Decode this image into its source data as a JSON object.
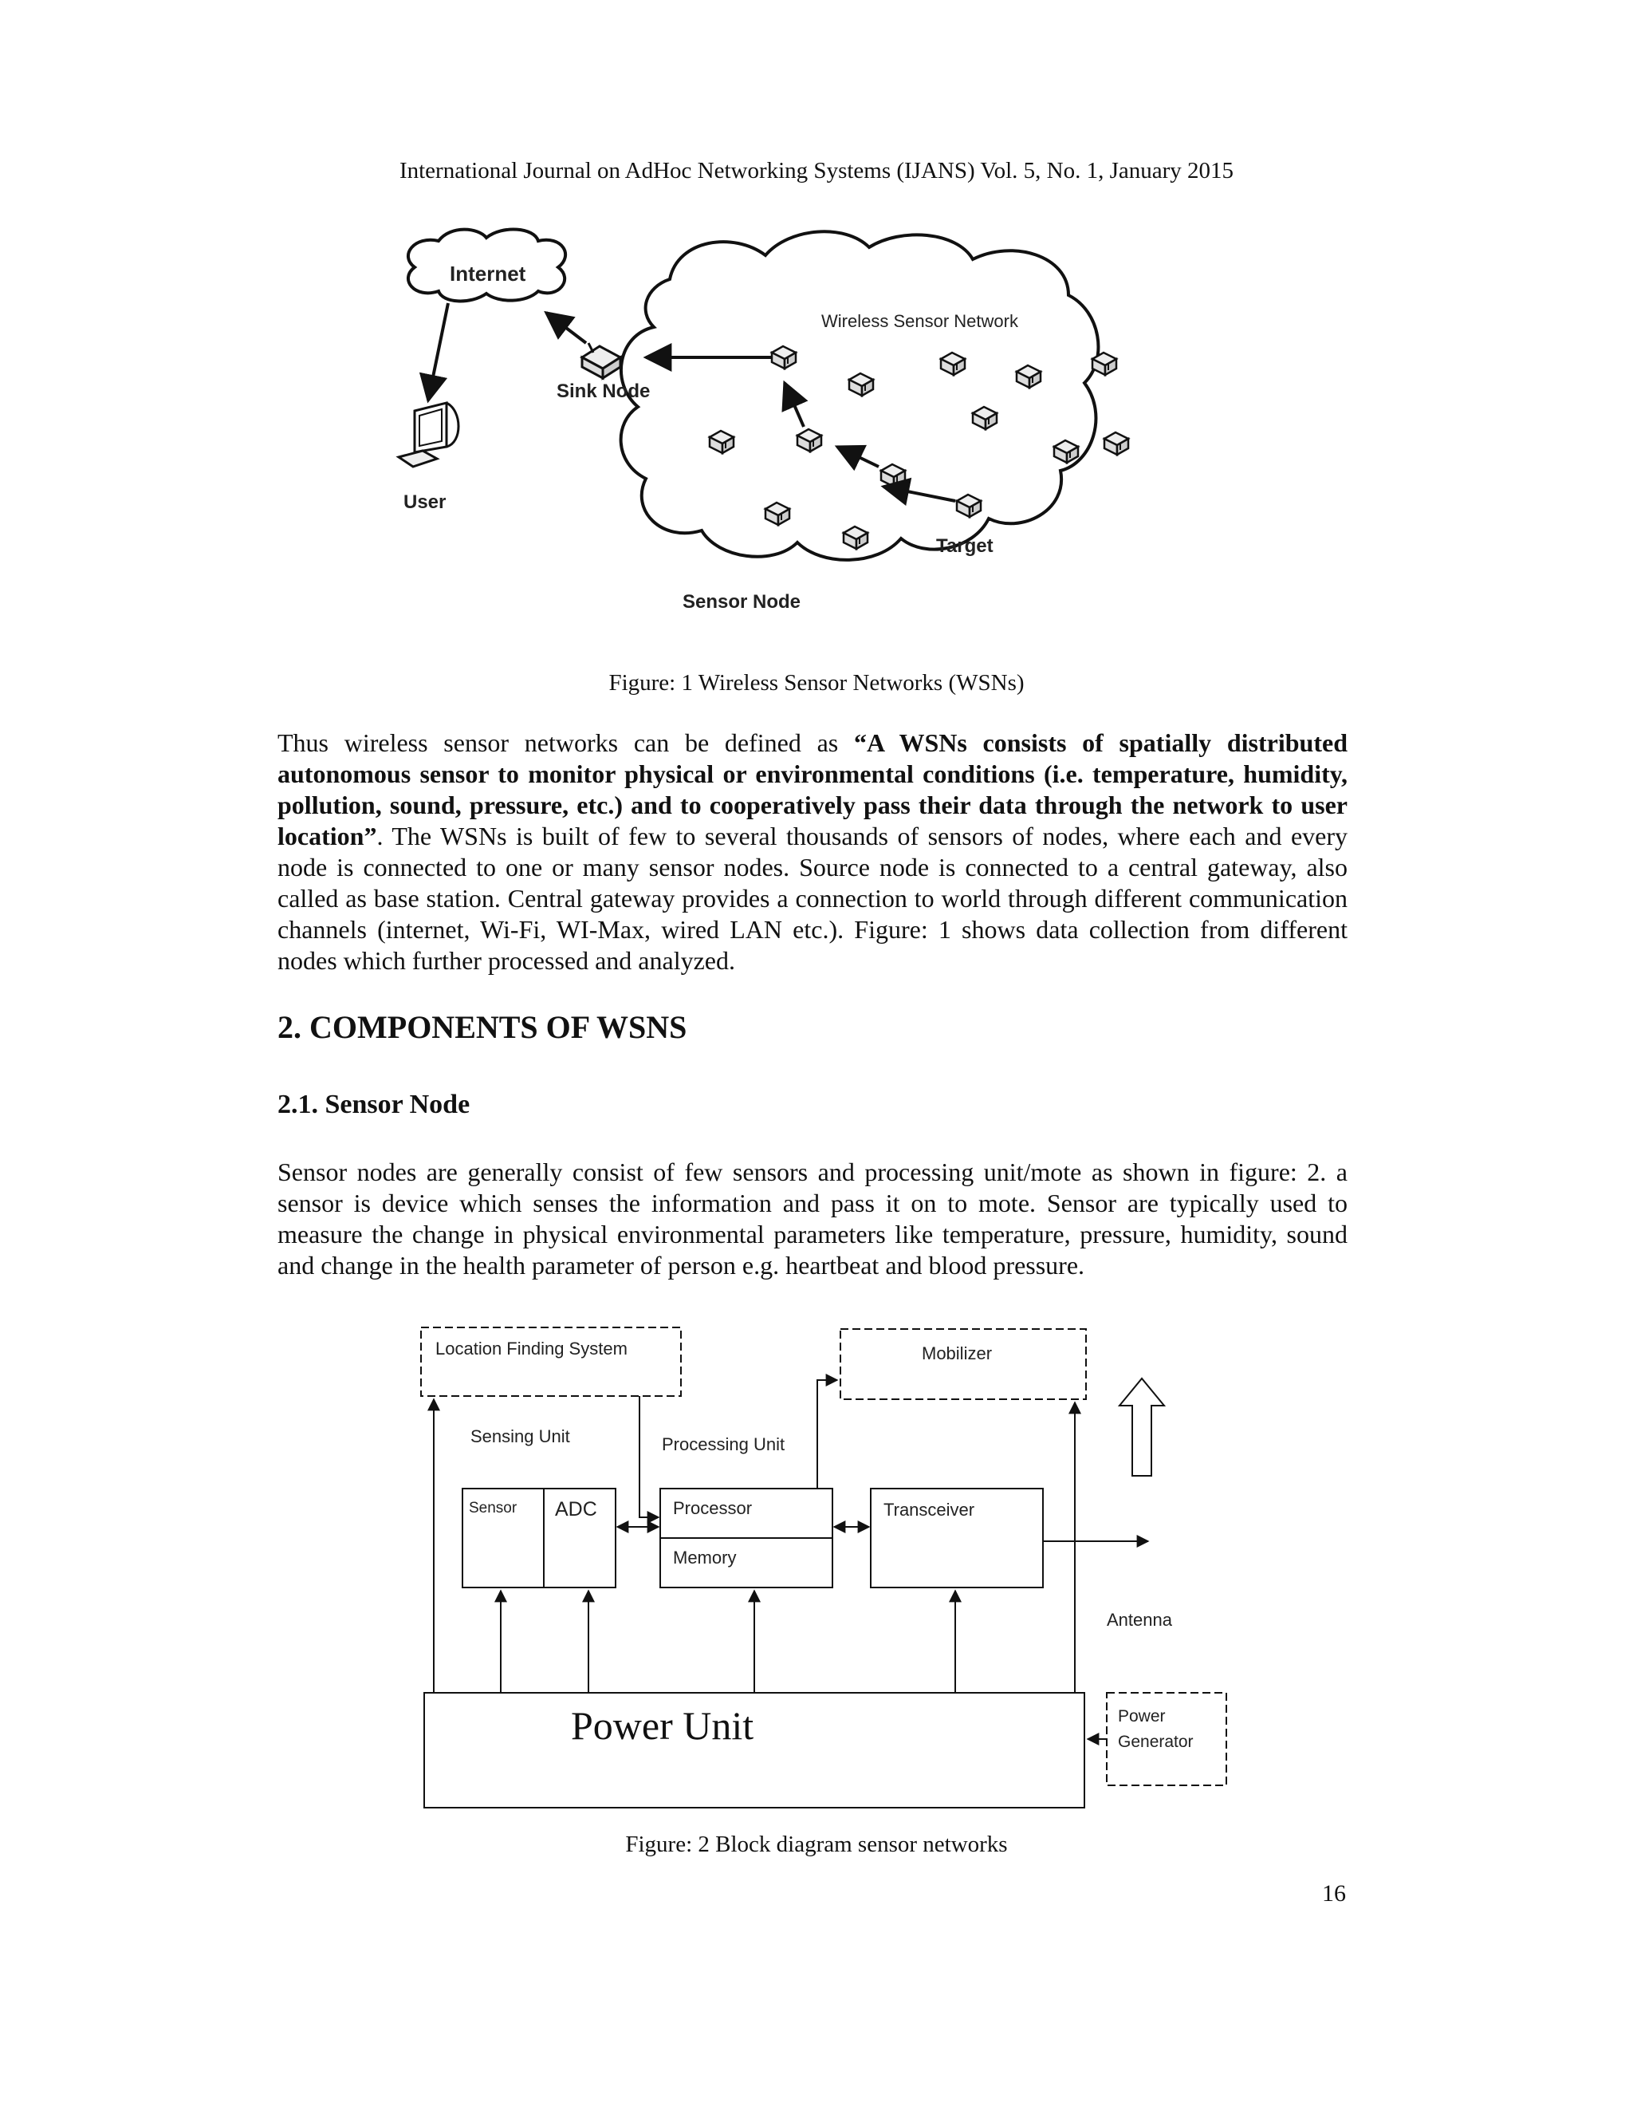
{
  "header": {
    "running_head": "International Journal on AdHoc Networking Systems (IJANS) Vol. 5, No. 1, January 2015"
  },
  "figure1": {
    "labels": {
      "internet": "Internet",
      "wsn": "Wireless Sensor Network",
      "sink_node": "Sink Node",
      "user": "User",
      "target": "Target",
      "sensor_node": "Sensor Node"
    },
    "caption": "Figure: 1 Wireless Sensor Networks (WSNs)"
  },
  "para1": {
    "lead": "Thus wireless sensor networks can be defined as ",
    "definition": "“A WSNs consists of spatially distributed autonomous sensor to monitor physical or environmental conditions (i.e. temperature, humidity, pollution, sound, pressure, etc.) and to cooperatively pass their data through the network to user location”",
    "rest": ". The WSNs is built of few to several thousands of sensors of nodes, where each and every node is connected to one or many sensor nodes. Source node is connected to a central gateway, also called as base station. Central gateway provides a connection to world through different communication channels (internet, Wi-Fi, WI-Max, wired LAN etc.). Figure: 1 shows data collection from different nodes which further processed and analyzed."
  },
  "section2": {
    "title": "2. COMPONENTS OF WSNS"
  },
  "section2_1": {
    "title": "2.1. Sensor Node"
  },
  "para2": {
    "text": "Sensor nodes are generally consist of few sensors and processing unit/mote as shown in figure: 2. a sensor is device which senses the information and pass it on to mote. Sensor are typically used to measure the change in physical environmental parameters like temperature, pressure, humidity, sound and change in the health parameter of person e.g. heartbeat and blood pressure."
  },
  "figure2": {
    "labels": {
      "location_finding": "Location Finding System",
      "mobilizer": "Mobilizer",
      "sensing_unit": "Sensing Unit",
      "processing_unit": "Processing Unit",
      "sensor": "Sensor",
      "adc": "ADC",
      "processor": "Processor",
      "memory": "Memory",
      "transceiver": "Transceiver",
      "antenna": "Antenna",
      "power_unit": "Power Unit",
      "power_generator_1": "Power",
      "power_generator_2": "Generator"
    },
    "caption": "Figure: 2 Block diagram sensor networks"
  },
  "footer": {
    "page_number": "16"
  }
}
